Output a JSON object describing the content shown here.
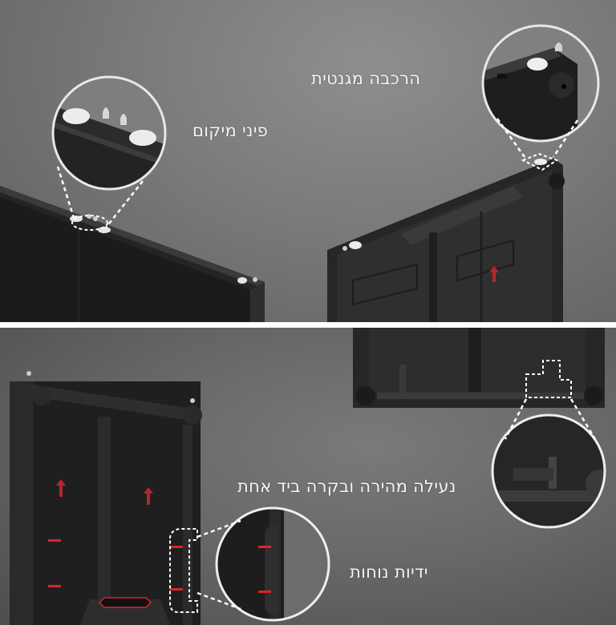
{
  "infographic": {
    "top_panel": {
      "callouts": [
        {
          "id": "magnetic-mount",
          "label": "הרכבה מגנטית"
        },
        {
          "id": "locating-pins",
          "label": "פיני מיקום"
        }
      ]
    },
    "bottom_panel": {
      "callouts": [
        {
          "id": "quick-lock",
          "label": "נעילה מהירה ובקרה ביד אחת"
        },
        {
          "id": "handles",
          "label": "ידיות נוחות"
        }
      ]
    },
    "colors": {
      "background_gray": "#7a7a7a",
      "panel_black": "#1e1e1e",
      "frame_dark": "#2a2a2a",
      "accent_red": "#d8262b",
      "callout_white": "#f2f2f2",
      "divider": "#ffffff"
    }
  }
}
